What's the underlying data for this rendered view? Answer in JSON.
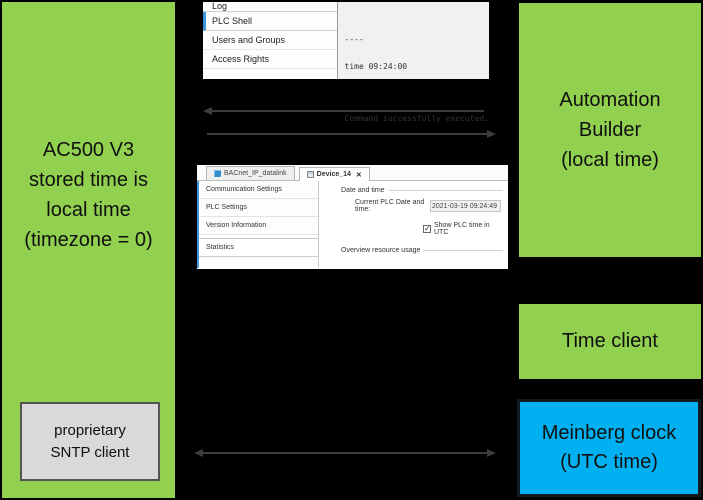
{
  "left_panel": {
    "line1": "AC500 V3",
    "line2": "stored time is",
    "line3": "local time",
    "line4": "(timezone = 0)",
    "sntp_line1": "proprietary",
    "sntp_line2": "SNTP client"
  },
  "plc_shell_window": {
    "items": [
      "Log",
      "PLC Shell",
      "Users and Groups",
      "Access Rights"
    ],
    "console": {
      "line1": "----",
      "line2": "time 09:24:00",
      "line3": "Command successfully executed."
    }
  },
  "device_window": {
    "tab1": "BACnet_IP_datalink",
    "tab2": "Device_14",
    "tab2_close": "✕",
    "items": [
      "Communication Settings",
      "PLC Settings",
      "Version Information",
      "Statistics"
    ],
    "group1": "Date and time",
    "datetime_label": "Current PLC Date and time:",
    "datetime_value": "2021-03-19 09:24:49",
    "checkbox_glyph": "✓",
    "checkbox_label": "Show PLC time in UTC",
    "group2": "Overview resource usage"
  },
  "boxes": {
    "automation_line1": "Automation",
    "automation_line2": "Builder",
    "automation_line3": "(local time)",
    "time_client": "Time client",
    "meinberg_line1": "Meinberg clock",
    "meinberg_line2": "(UTC time)"
  },
  "colors": {
    "green": "#92d050",
    "blue": "#00b0f0",
    "gray_box": "#d9d9d9",
    "arrow": "#3d3d3d",
    "selection_accent": "#3a96dd"
  }
}
